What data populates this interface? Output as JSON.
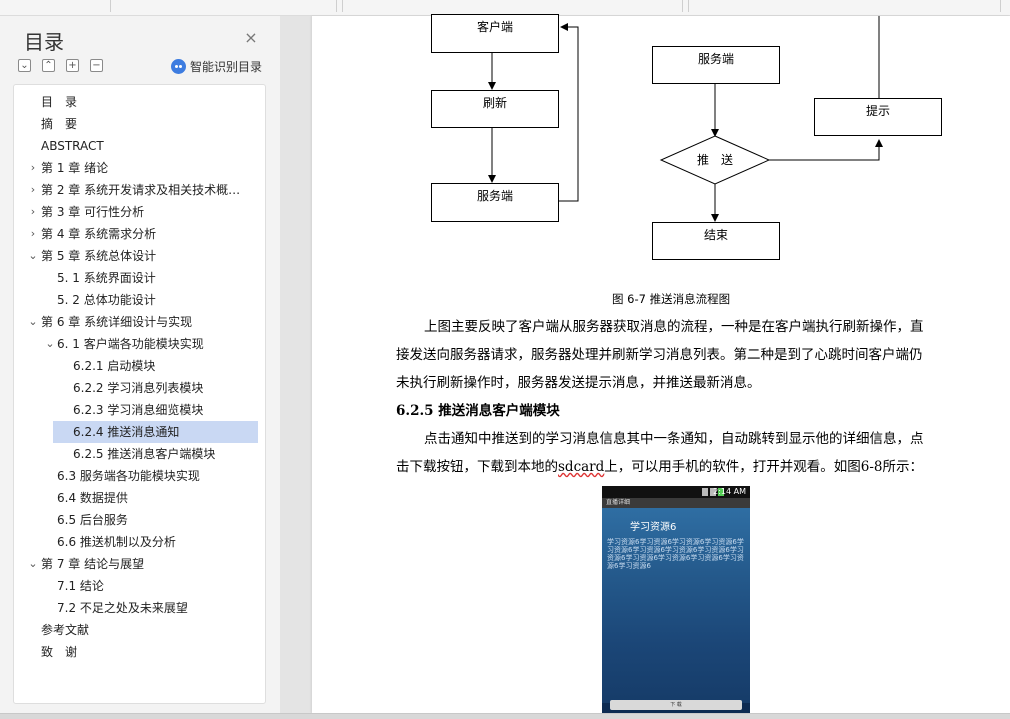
{
  "sidebar": {
    "title": "目录",
    "close_icon": "close-icon",
    "toolbar": {
      "collapse_all": "⌄",
      "expand_level": "⌃",
      "add_item": "+",
      "remove_item": "−"
    },
    "smart_toc_label": "智能识别目录",
    "items": [
      {
        "label": "目　录",
        "level": 0,
        "arrow": ""
      },
      {
        "label": "摘　要",
        "level": 0,
        "arrow": ""
      },
      {
        "label": "ABSTRACT",
        "level": 0,
        "arrow": ""
      },
      {
        "label": "第 1 章  绪论",
        "level": 0,
        "arrow": "›"
      },
      {
        "label": "第 2 章  系统开发请求及相关技术概…",
        "level": 0,
        "arrow": "›"
      },
      {
        "label": "第 3 章  可行性分析",
        "level": 0,
        "arrow": "›"
      },
      {
        "label": "第 4 章  系统需求分析",
        "level": 0,
        "arrow": "›"
      },
      {
        "label": "第 5 章  系统总体设计",
        "level": 0,
        "arrow": "⌄"
      },
      {
        "label": "5. 1  系统界面设计",
        "level": 1,
        "arrow": ""
      },
      {
        "label": "5. 2  总体功能设计",
        "level": 1,
        "arrow": ""
      },
      {
        "label": "第 6 章  系统详细设计与实现",
        "level": 0,
        "arrow": "⌄"
      },
      {
        "label": "6. 1  客户端各功能模块实现",
        "level": 1,
        "arrow": "⌄"
      },
      {
        "label": "6.2.1  启动模块",
        "level": 2,
        "arrow": ""
      },
      {
        "label": "6.2.2  学习消息列表模块",
        "level": 2,
        "arrow": ""
      },
      {
        "label": "6.2.3  学习消息细览模块",
        "level": 2,
        "arrow": ""
      },
      {
        "label": "6.2.4  推送消息通知",
        "level": 2,
        "arrow": "",
        "selected": true
      },
      {
        "label": "6.2.5  推送消息客户端模块",
        "level": 2,
        "arrow": ""
      },
      {
        "label": "6.3  服务端各功能模块实现",
        "level": 1,
        "arrow": ""
      },
      {
        "label": "6.4  数据提供",
        "level": 1,
        "arrow": ""
      },
      {
        "label": "6.5  后台服务",
        "level": 1,
        "arrow": ""
      },
      {
        "label": "6.6  推送机制以及分析",
        "level": 1,
        "arrow": ""
      },
      {
        "label": "第 7 章  结论与展望",
        "level": 0,
        "arrow": "⌄"
      },
      {
        "label": "7.1  结论",
        "level": 1,
        "arrow": ""
      },
      {
        "label": "7.2  不足之处及未来展望",
        "level": 1,
        "arrow": ""
      },
      {
        "label": "参考文献",
        "level": 0,
        "arrow": ""
      },
      {
        "label": "致　谢",
        "level": 0,
        "arrow": ""
      }
    ]
  },
  "document": {
    "flow": {
      "client": "客户端",
      "refresh": "刷新",
      "server_left": "服务端",
      "server_right": "服务端",
      "push": "推　送",
      "prompt": "提示",
      "end": "结束"
    },
    "figure_caption": "图 6-7  推送消息流程图",
    "para1_line1": "上图主要反映了客户端从服务器获取消息的流程，一种是在客户端执行刷新操作，直",
    "para1_line2": "接发送向服务器请求，服务器处理并刷新学习消息列表。第二种是到了心跳时间客户端仍",
    "para1_line3": "未执行刷新操作时，服务器发送提示消息，并推送最新消息。",
    "heading": "6.2.5  推送消息客户端模块",
    "para2_line1": "点击通知中推送到的学习消息信息其中一条通知，自动跳转到显示他的详细信息，点",
    "para2_line2_a": "击下载按钮，下载到本地的",
    "para2_line2_sd": "sdcard",
    "para2_line2_b": "上，可以用手机的软件，打开并观看。如图6-8所示：",
    "phone": {
      "time": "2:14 AM",
      "bar_title": "直播详细",
      "title": "学习资源6",
      "body": "学习资源6学习资源6学习资源6学习资源6学习资源6学习资源6学习资源6学习资源6学习资源6学习资源6学习资源6学习资源6学习资源6学习资源6",
      "button": "下 载"
    }
  }
}
